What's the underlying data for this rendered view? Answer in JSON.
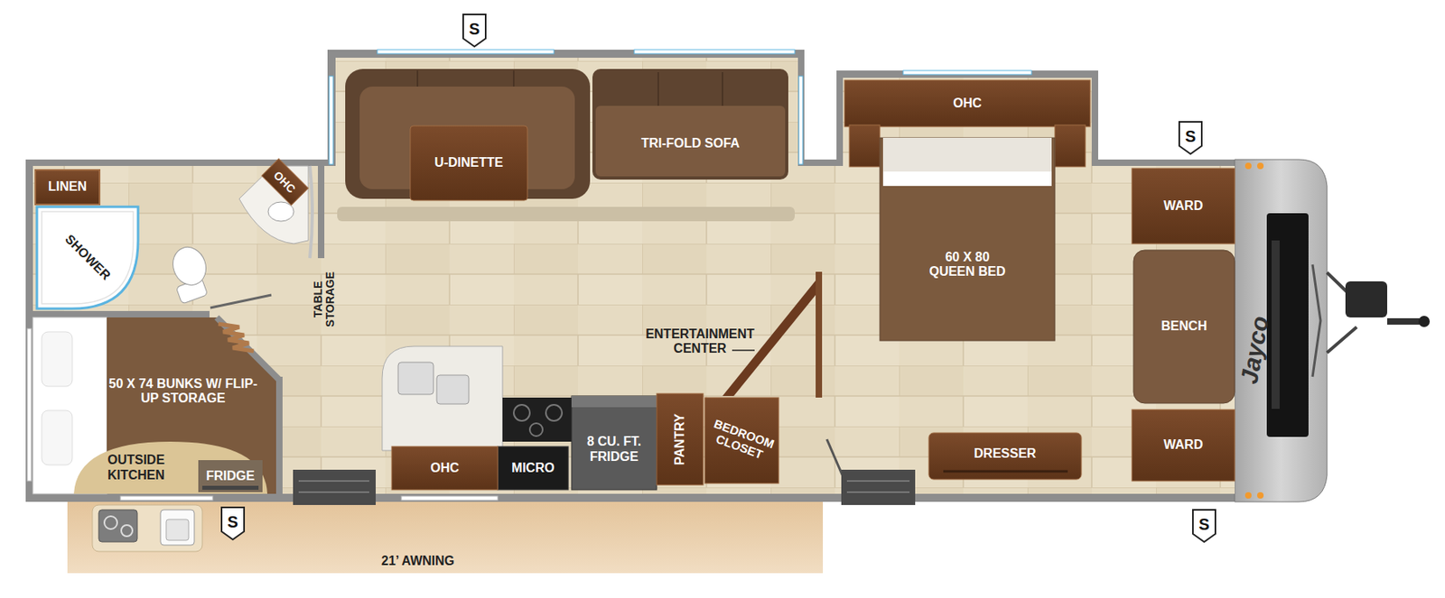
{
  "diagram": {
    "nodes": [
      {
        "text": [
          "LINEN"
        ]
      },
      {
        "text": [
          "OHC"
        ]
      },
      {
        "text": [
          "SHOWER"
        ]
      },
      {
        "text": [
          "U-DINETTE"
        ]
      },
      {
        "text": [
          "TRI-FOLD SOFA"
        ]
      },
      {
        "text": [
          "OHC"
        ]
      },
      {
        "text": [
          "WARD"
        ]
      },
      {
        "text": [
          "60 X 80 QUEEN BED"
        ]
      },
      {
        "text": [
          "BENCH"
        ]
      },
      {
        "text": [
          "50 X 74 BUNKS W/ FLIP-UP STORAGE"
        ]
      },
      {
        "text": [
          "OUTSIDE KITCHEN"
        ],
        "in": 9
      },
      {
        "text": [
          "FRIDGE"
        ],
        "in": 10
      },
      {
        "text": [
          "OHC"
        ]
      },
      {
        "text": [
          "MICRO"
        ]
      },
      {
        "text": [
          "8 CU. FT. FRIDGE"
        ]
      },
      {
        "text": [
          "PANTRY"
        ]
      },
      {
        "text": [
          "BEDROOM CLOSET"
        ]
      },
      {
        "text": [
          "DRESSER"
        ]
      },
      {
        "text": [
          "WARD"
        ]
      },
      {
        "text": [
          "21’ AWNING"
        ]
      }
    ],
    "labels": [
      "S",
      "S",
      "TABLE STORAGE",
      "ENTERTAINMENT CENTER",
      "Jayco",
      "S",
      "S"
    ]
  }
}
